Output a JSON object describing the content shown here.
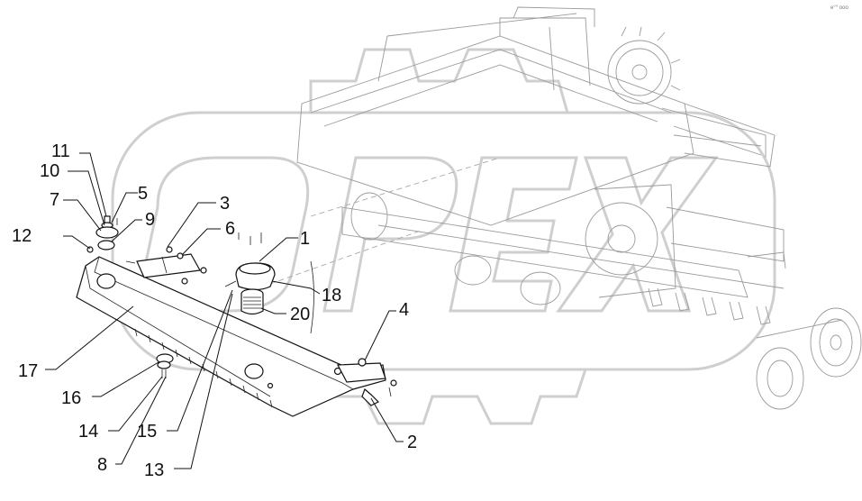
{
  "watermark": {
    "text": "OPEX",
    "color": "#cfcfcf"
  },
  "corner_code": "e°° ooo",
  "callouts": [
    {
      "id": "c11",
      "text": "11"
    },
    {
      "id": "c10",
      "text": "10"
    },
    {
      "id": "c7",
      "text": "7"
    },
    {
      "id": "c5",
      "text": "5"
    },
    {
      "id": "c9",
      "text": "9"
    },
    {
      "id": "c3",
      "text": "3"
    },
    {
      "id": "c6",
      "text": "6"
    },
    {
      "id": "c12",
      "text": "12"
    },
    {
      "id": "c1",
      "text": "1"
    },
    {
      "id": "c18",
      "text": "18"
    },
    {
      "id": "c20",
      "text": "20"
    },
    {
      "id": "c4",
      "text": "4"
    },
    {
      "id": "c17",
      "text": "17"
    },
    {
      "id": "c16",
      "text": "16"
    },
    {
      "id": "c14",
      "text": "14"
    },
    {
      "id": "c15",
      "text": "15"
    },
    {
      "id": "c8",
      "text": "8"
    },
    {
      "id": "c13",
      "text": "13"
    },
    {
      "id": "c2",
      "text": "2"
    }
  ]
}
